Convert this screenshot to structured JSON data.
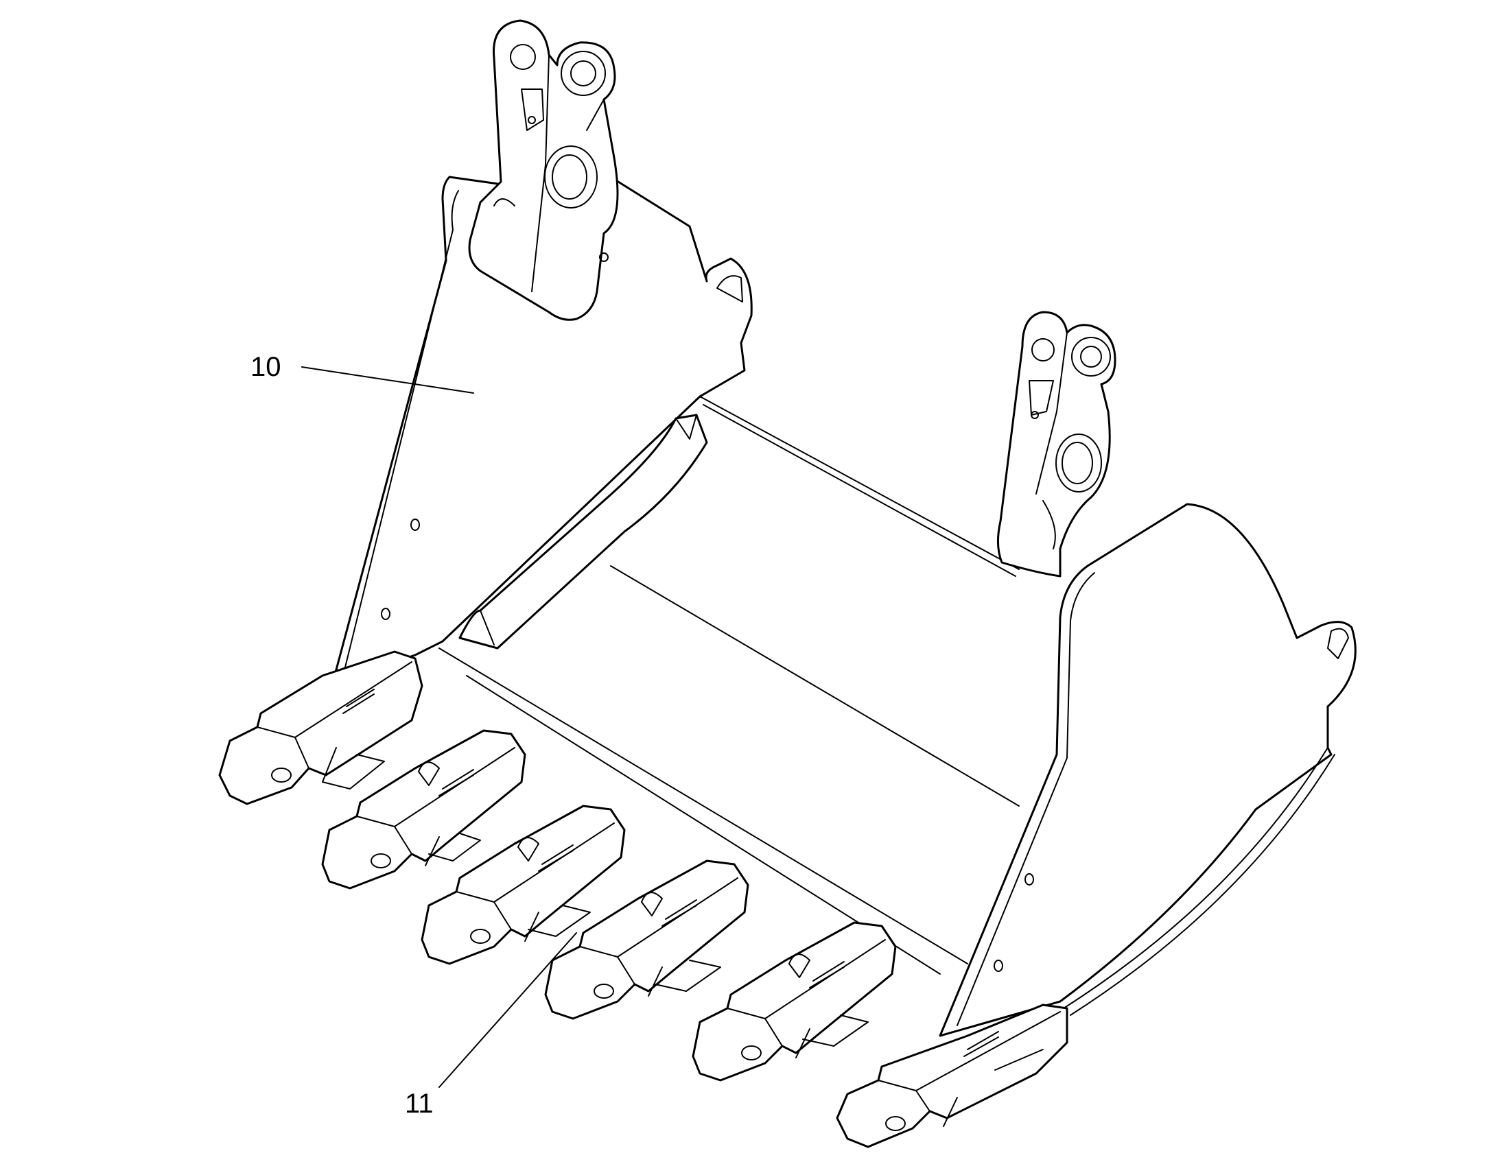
{
  "callouts": [
    {
      "id": "callout-10",
      "label": "10",
      "part": "bucket"
    },
    {
      "id": "callout-11",
      "label": "11",
      "part": "cutting-edge"
    }
  ]
}
